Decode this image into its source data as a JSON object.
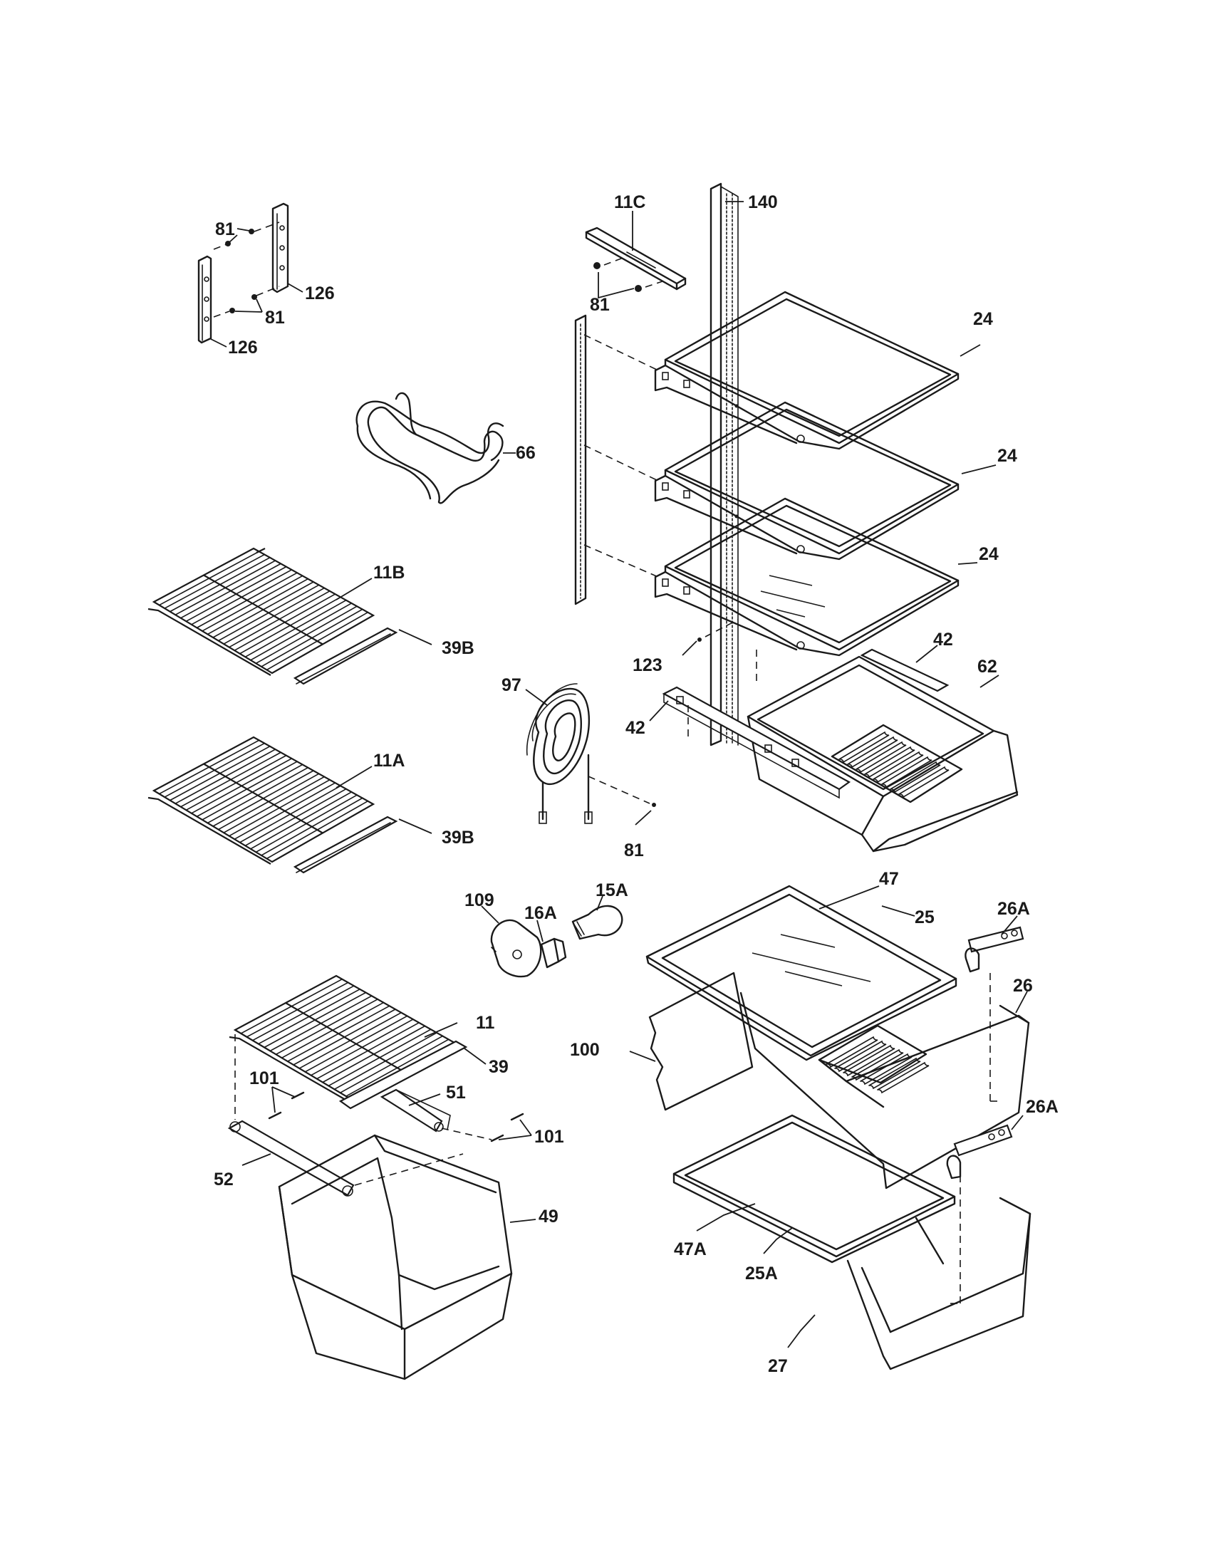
{
  "callouts": {
    "c140": "140",
    "c11C": "11C",
    "c81_a": "81",
    "c81_b": "81",
    "c81_c": "81",
    "c81_d": "81",
    "c126_a": "126",
    "c126_b": "126",
    "c24_a": "24",
    "c24_b": "24",
    "c24_c": "24",
    "c66": "66",
    "c11B": "11B",
    "c39B_a": "39B",
    "c11A": "11A",
    "c39B_b": "39B",
    "c123": "123",
    "c42_a": "42",
    "c42_b": "42",
    "c62": "62",
    "c97": "97",
    "c109": "109",
    "c16A": "16A",
    "c15A": "15A",
    "c47": "47",
    "c25": "25",
    "c26A_a": "26A",
    "c26": "26",
    "c26A_b": "26A",
    "c11": "11",
    "c39": "39",
    "c100": "100",
    "c101_a": "101",
    "c101_b": "101",
    "c51": "51",
    "c52": "52",
    "c49": "49",
    "c47A": "47A",
    "c25A": "25A",
    "c27": "27"
  }
}
